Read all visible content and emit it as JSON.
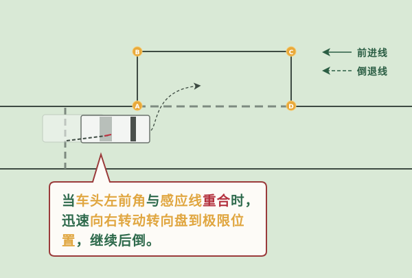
{
  "points": {
    "a": "A",
    "b": "B",
    "c": "C",
    "d": "D"
  },
  "legend": {
    "forward": "前进线",
    "reverse": "倒退线"
  },
  "callout": {
    "segments": [
      {
        "text": "当",
        "tone": "g"
      },
      {
        "text": "车头左前角",
        "tone": "o"
      },
      {
        "text": "与",
        "tone": "g"
      },
      {
        "text": "感应线",
        "tone": "o"
      },
      {
        "text": "重合",
        "tone": "r"
      },
      {
        "text": "时，迅速",
        "tone": "g"
      },
      {
        "text": "向右转动转向盘到极限位置",
        "tone": "o"
      },
      {
        "text": "，继续后倒。",
        "tone": "g"
      }
    ]
  },
  "colors": {
    "background": "#d9e9d6",
    "marker": "#e9a93a",
    "line": "#3d4a42",
    "callout_border": "#9a3a3a"
  }
}
